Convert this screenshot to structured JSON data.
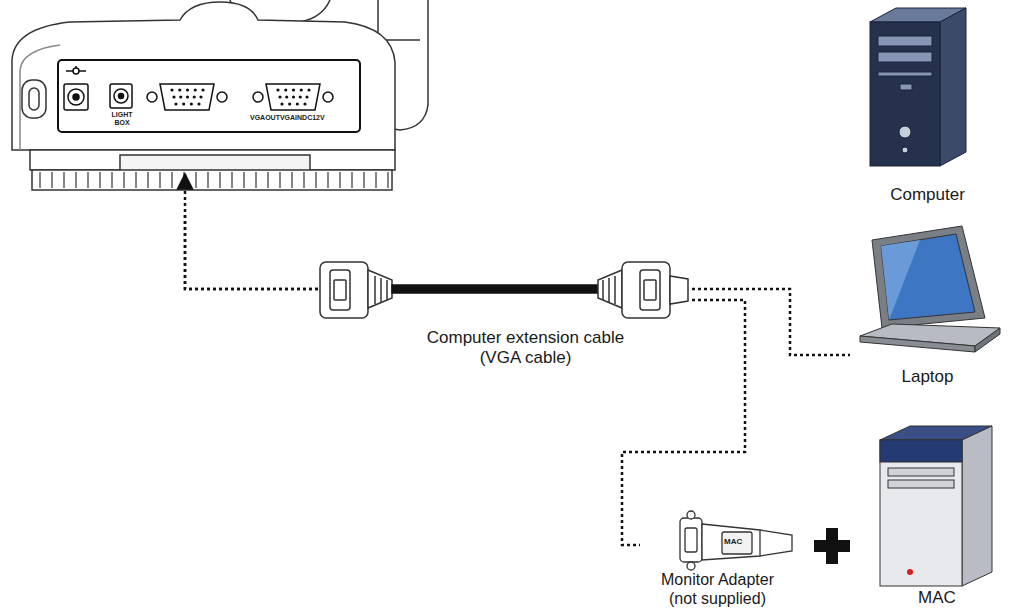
{
  "diagram": {
    "nodes": [
      {
        "text": [
          "LIGHT BOX",
          "VGAOUTVGAINDC12V"
        ]
      },
      {
        "text": [
          "Computer extension cable (VGA cable)"
        ]
      },
      {
        "text": [
          "Computer"
        ]
      },
      {
        "text": [
          "Laptop"
        ]
      },
      {
        "text": [
          "Monitor Adapter (not supplied)"
        ]
      },
      {
        "text": [
          "MAC"
        ]
      }
    ],
    "edges": [
      {
        "from": 1,
        "to": 0,
        "arrow": "to"
      },
      {
        "from": 1,
        "to": 2,
        "arrow": "none"
      },
      {
        "from": 1,
        "to": 3,
        "arrow": "none"
      },
      {
        "from": 1,
        "to": 4,
        "arrow": "none"
      }
    ],
    "labels": [
      "MAC"
    ]
  }
}
